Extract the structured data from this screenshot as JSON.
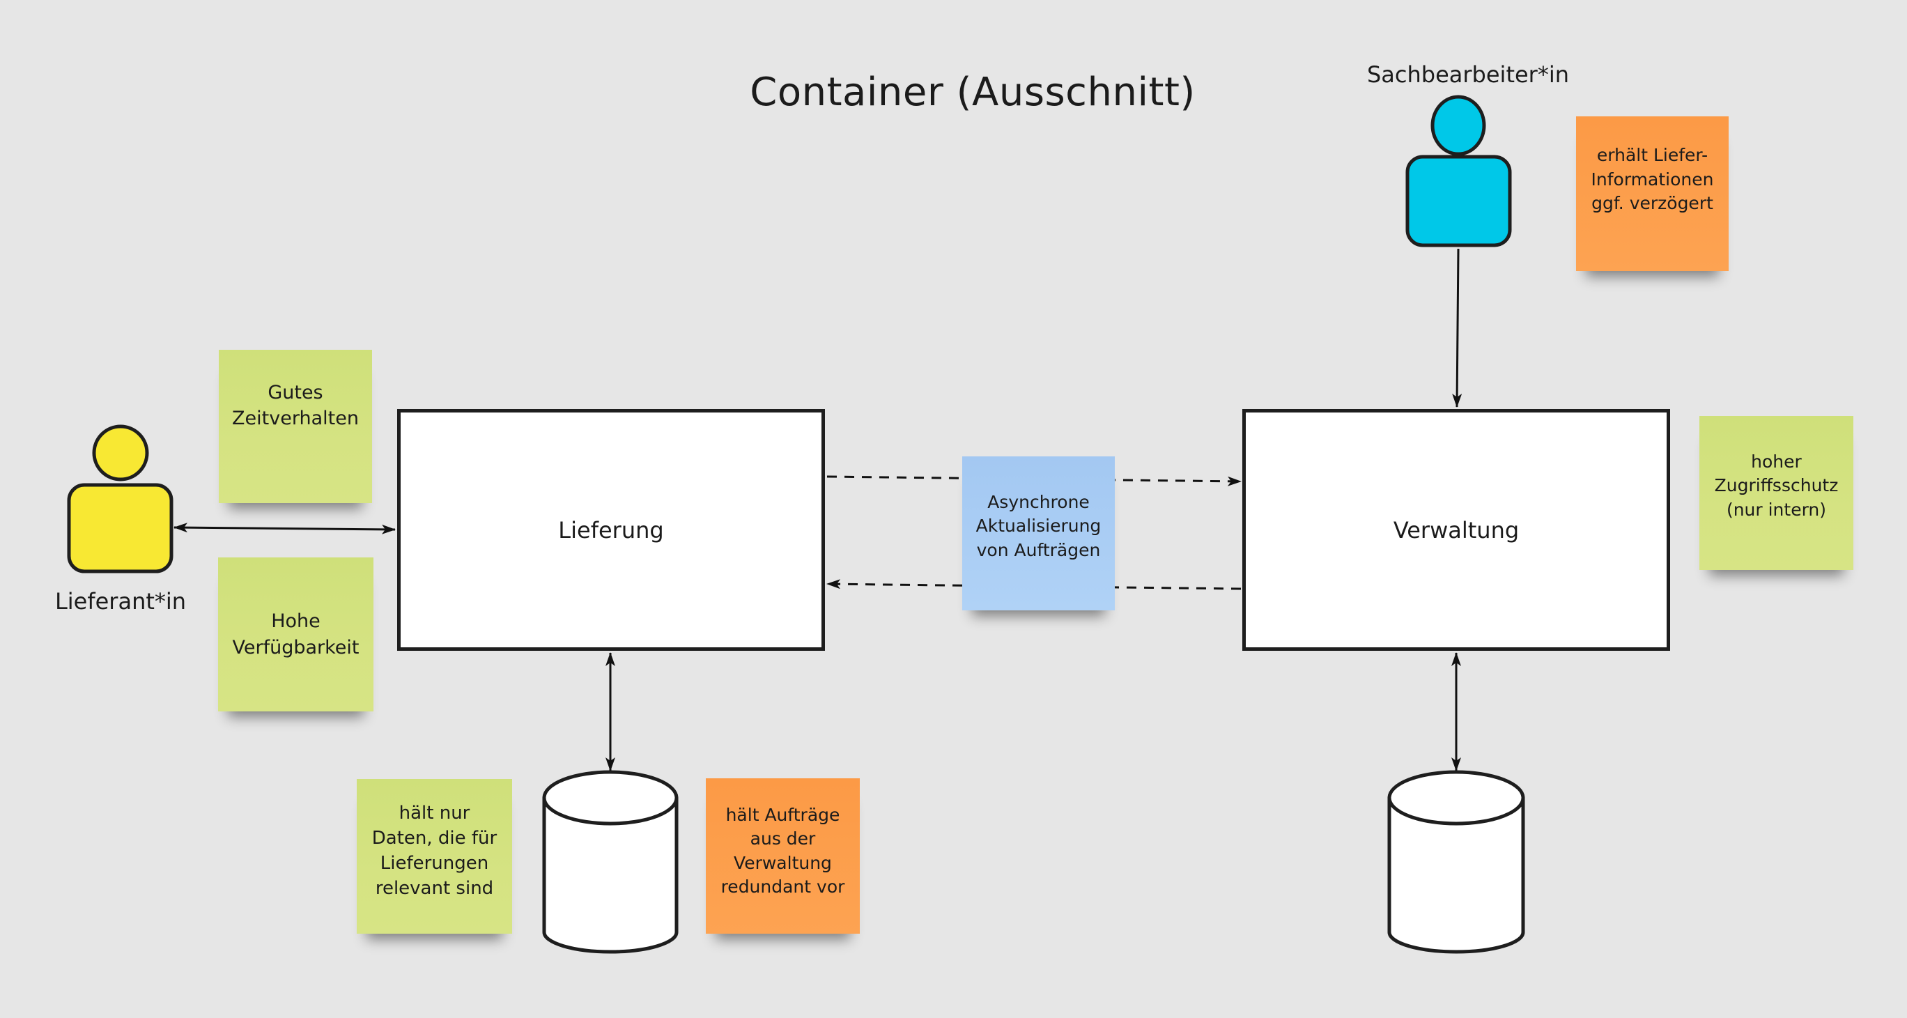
{
  "title": "Container (Ausschnitt)",
  "colors": {
    "background": "#e6e6e6",
    "sticky_green": "#d3e27f",
    "sticky_orange": "#fd9e4c",
    "sticky_blue": "#a9cdf4",
    "actor_supplier": "#f8e833",
    "actor_clerk": "#00c8e8",
    "stroke": "#1e1e1e"
  },
  "actors": [
    {
      "id": "supplier",
      "label": "Lieferant*in",
      "icon": "person-icon"
    },
    {
      "id": "clerk",
      "label": "Sachbearbeiter*in",
      "icon": "person-icon"
    }
  ],
  "containers": [
    {
      "id": "lieferung",
      "label": "Lieferung"
    },
    {
      "id": "verwaltung",
      "label": "Verwaltung"
    }
  ],
  "databases": [
    {
      "id": "db-lieferung",
      "icon": "database-icon",
      "attached_to": "lieferung"
    },
    {
      "id": "db-verwaltung",
      "icon": "database-icon",
      "attached_to": "verwaltung"
    }
  ],
  "notes": [
    {
      "id": "note-zeitverhalten",
      "color": "green",
      "lines": [
        "Gutes",
        "Zeitverhalten"
      ]
    },
    {
      "id": "note-verfuegbarkeit",
      "color": "green",
      "lines": [
        "Hohe",
        "Verfügbarkeit"
      ]
    },
    {
      "id": "note-async",
      "color": "blue",
      "lines": [
        "Asynchrone",
        "Aktualisierung",
        "von Aufträgen"
      ]
    },
    {
      "id": "note-verzoegert",
      "color": "orange",
      "lines": [
        "erhält Liefer-",
        "Informationen",
        "ggf. verzögert"
      ]
    },
    {
      "id": "note-zugriffsschutz",
      "color": "green",
      "lines": [
        "hoher",
        "Zugriffsschutz",
        "(nur intern)"
      ]
    },
    {
      "id": "note-daten",
      "color": "green",
      "lines": [
        "hält nur",
        "Daten, die für",
        "Lieferungen",
        "relevant sind"
      ]
    },
    {
      "id": "note-redundant",
      "color": "orange",
      "lines": [
        "hält Aufträge",
        "aus der",
        "Verwaltung",
        "redundant vor"
      ]
    }
  ],
  "connections": [
    {
      "from": "supplier",
      "to": "lieferung",
      "style": "solid",
      "direction": "both"
    },
    {
      "from": "clerk",
      "to": "verwaltung",
      "style": "solid",
      "direction": "forward"
    },
    {
      "from": "lieferung",
      "to": "verwaltung",
      "style": "dashed",
      "direction": "forward"
    },
    {
      "from": "verwaltung",
      "to": "lieferung",
      "style": "dashed",
      "direction": "forward"
    },
    {
      "from": "lieferung",
      "to": "db-lieferung",
      "style": "solid",
      "direction": "both"
    },
    {
      "from": "verwaltung",
      "to": "db-verwaltung",
      "style": "solid",
      "direction": "both"
    }
  ]
}
